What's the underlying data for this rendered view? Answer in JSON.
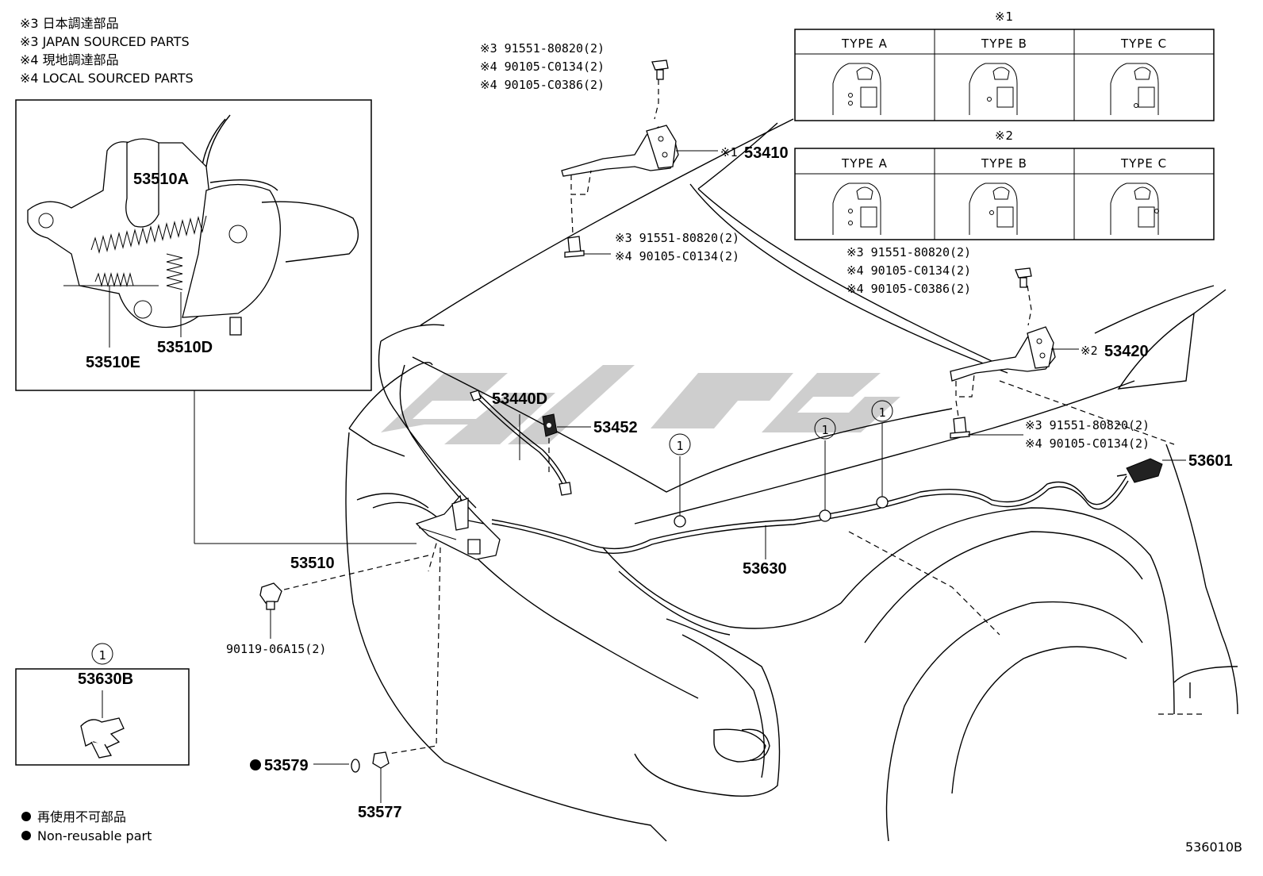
{
  "notes": {
    "n1": "※3 日本調達部品",
    "n2": "※3 JAPAN SOURCED PARTS",
    "n3": "※4 現地調達部品",
    "n4": "※4 LOCAL SOURCED PARTS"
  },
  "legend": {
    "l1": "再使用不可部品",
    "l2": "Non-reusable part"
  },
  "drawing_id": "536010B",
  "tables": {
    "t1": {
      "mark": "※1",
      "types": [
        "TYPE A",
        "TYPE B",
        "TYPE C"
      ]
    },
    "t2": {
      "mark": "※2",
      "types": [
        "TYPE A",
        "TYPE B",
        "TYPE C"
      ]
    }
  },
  "fasteners": {
    "hinge_left_top": [
      "※3 91551-80820(2)",
      "※4 90105-C0134(2)",
      "※4 90105-C0386(2)"
    ],
    "hinge_left_bottom": [
      "※3 91551-80820(2)",
      "※4 90105-C0134(2)"
    ],
    "hinge_right_top": [
      "※3 91551-80820(2)",
      "※4 90105-C0134(2)",
      "※4 90105-C0386(2)"
    ],
    "hinge_right_bottom": [
      "※3 91551-80820(2)",
      "※4 90105-C0134(2)"
    ],
    "lock_bolt": "90119-06A15(2)"
  },
  "parts": {
    "p53410": "53410",
    "p53410_mark": "※1",
    "p53420": "53420",
    "p53420_mark": "※2",
    "p53510A": "53510A",
    "p53510E": "53510E",
    "p53510D": "53510D",
    "p53510": "53510",
    "p53440D": "53440D",
    "p53452": "53452",
    "p53601": "53601",
    "p53630": "53630",
    "p53630B": "53630B",
    "p53579": "53579",
    "p53577": "53577"
  },
  "callout": "1"
}
